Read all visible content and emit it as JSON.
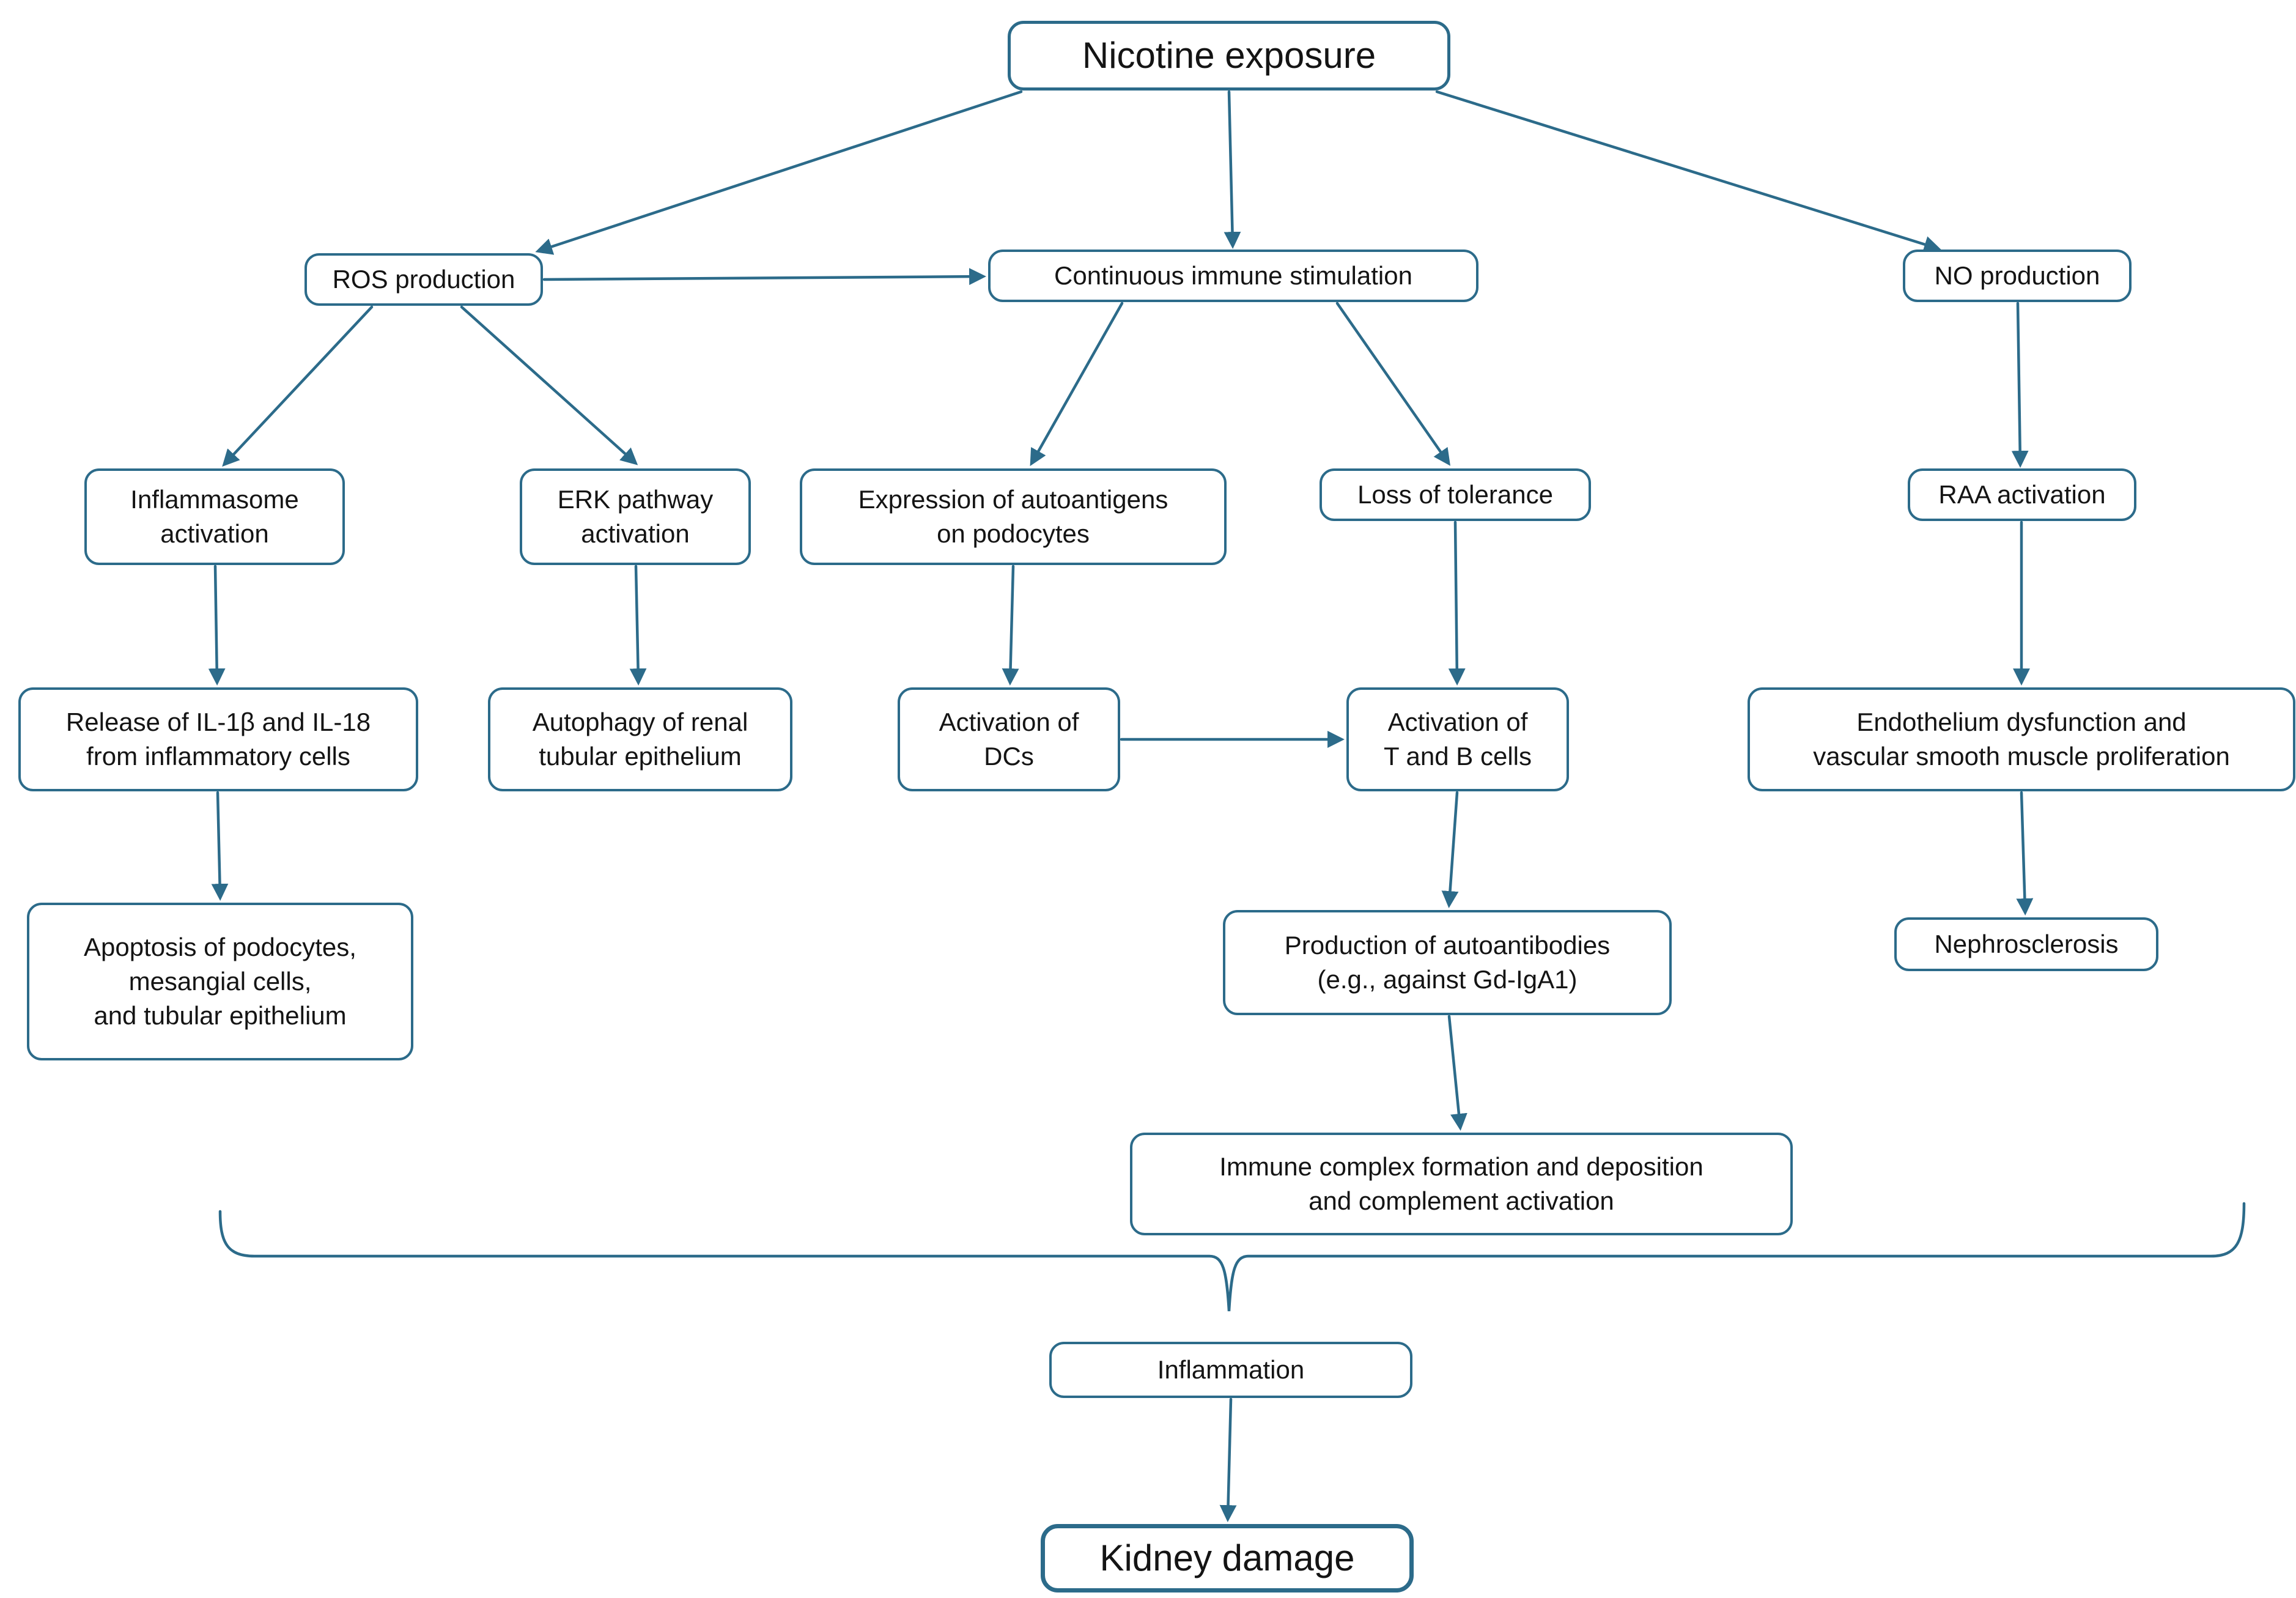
{
  "diagram": {
    "title_node": "Nicotine exposure",
    "colors": {
      "line": "#2c6b8a",
      "text": "#141414",
      "background": "#ffffff"
    },
    "nodes": {
      "nicotine": {
        "label": "Nicotine exposure"
      },
      "ros": {
        "label": "ROS production"
      },
      "cis": {
        "label": "Continuous immune stimulation"
      },
      "no": {
        "label": "NO production"
      },
      "inflammasome": {
        "label": "Inflammasome\nactivation"
      },
      "erk": {
        "label": "ERK pathway\nactivation"
      },
      "expression": {
        "label": "Expression of autoantigens\non podocytes"
      },
      "loss": {
        "label": "Loss of tolerance"
      },
      "raa": {
        "label": "RAA activation"
      },
      "release": {
        "label": "Release of IL-1β and IL-18\nfrom inflammatory cells"
      },
      "autophagy": {
        "label": "Autophagy of renal\ntubular epithelium"
      },
      "dcs": {
        "label": "Activation of\nDCs"
      },
      "tb": {
        "label": "Activation of\nT and B cells"
      },
      "endothelium": {
        "label": "Endothelium dysfunction and\nvascular smooth muscle proliferation"
      },
      "apoptosis": {
        "label": "Apoptosis of podocytes,\nmesangial cells,\nand tubular epithelium"
      },
      "autoantibodies": {
        "label": "Production of autoantibodies\n(e.g., against Gd-IgA1)"
      },
      "nephrosclerosis": {
        "label": "Nephrosclerosis"
      },
      "immune_complex": {
        "label": "Immune complex formation and deposition\nand complement activation"
      },
      "inflammation": {
        "label": "Inflammation"
      },
      "kidney": {
        "label": "Kidney damage"
      }
    },
    "edges": [
      "nicotine→ros",
      "nicotine→cis",
      "nicotine→no",
      "ros→cis",
      "ros→inflammasome",
      "ros→erk",
      "cis→expression",
      "cis→loss",
      "no→raa",
      "inflammasome→release",
      "erk→autophagy",
      "expression→dcs",
      "loss→tb",
      "raa→endothelium",
      "dcs→tb",
      "release→apoptosis",
      "tb→autoantibodies",
      "endothelium→nephrosclerosis",
      "autoantibodies→immune_complex",
      "all-branches⤵brace→inflammation",
      "inflammation→kidney"
    ]
  }
}
